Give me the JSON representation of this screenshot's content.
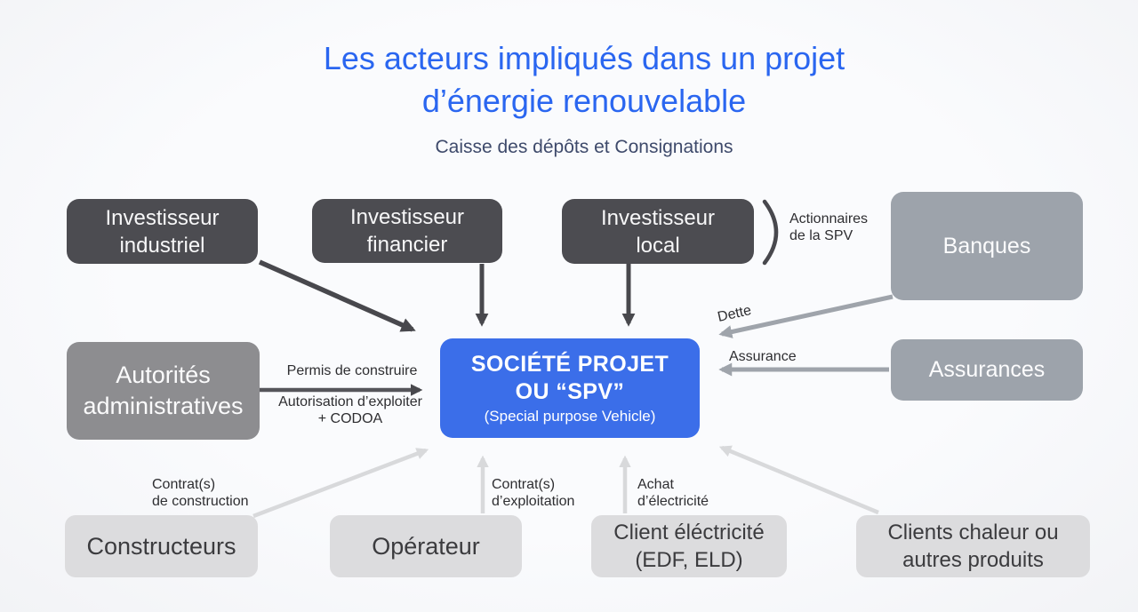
{
  "title": {
    "line1": "Les acteurs impliqués dans un projet",
    "line2": "d’énergie renouvelable",
    "subtitle": "Caisse des dépôts et Consignations"
  },
  "nodes": {
    "investisseur_industriel": {
      "label": "Investisseur\nindustriel"
    },
    "investisseur_financier": {
      "label": "Investisseur\nfinancier"
    },
    "investisseur_local": {
      "label": "Investisseur\nlocal"
    },
    "banques": {
      "label": "Banques"
    },
    "autorites_administratives": {
      "label": "Autorités\nadministratives"
    },
    "spv": {
      "line1": "SOCIÉTÉ PROJET",
      "line2": "OU “SPV”",
      "line3": "(Special purpose Vehicle)"
    },
    "assurances": {
      "label": "Assurances"
    },
    "constructeurs": {
      "label": "Constructeurs"
    },
    "operateur": {
      "label": "Opérateur"
    },
    "client_electricite": {
      "label": "Client éléctricité\n(EDF, ELD)"
    },
    "clients_chaleur": {
      "label": "Clients chaleur ou\nautres produits"
    }
  },
  "edges": {
    "actionnaires": {
      "label": "Actionnaires\nde la SPV"
    },
    "permis": {
      "label": "Permis de construire"
    },
    "autorisation": {
      "label": "Autorisation d’exploiter\n+ CODOA"
    },
    "dette": {
      "label": "Dette"
    },
    "assurance": {
      "label": "Assurance"
    },
    "contrat_construction": {
      "label": "Contrat(s)\nde construction"
    },
    "contrat_exploitation": {
      "label": "Contrat(s)\nd’exploitation"
    },
    "achat_electricite": {
      "label": "Achat\nd’électricité"
    }
  },
  "colors": {
    "title_blue": "#2a66f0",
    "subtitle_navy": "#3e4a6b",
    "dark_box": "#4c4c51",
    "medium_box": "#8d8d90",
    "cool_box": "#9da3ab",
    "light_box": "#dcdcde",
    "spv_blue": "#3b6ee9",
    "dark_arrow": "#48484d",
    "mid_arrow": "#9fa4ab",
    "light_arrow": "#d8d9db"
  }
}
